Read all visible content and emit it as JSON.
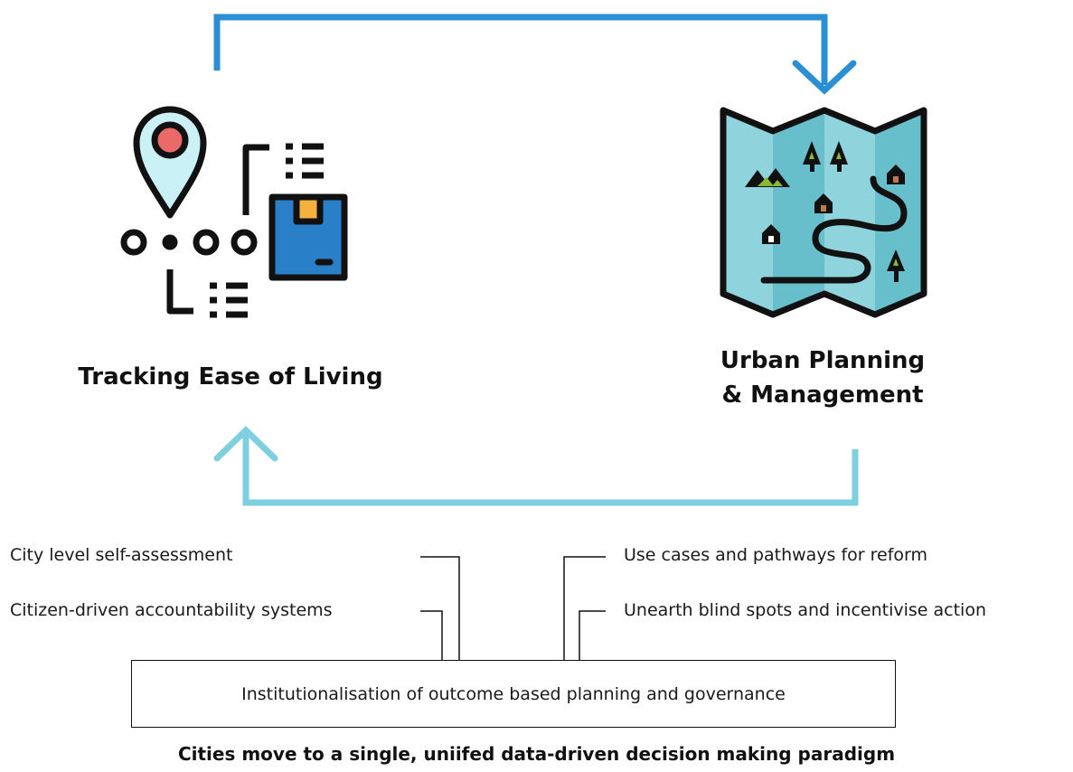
{
  "colors": {
    "top_arrow": "#2a8fd4",
    "bottom_arrow": "#7ecfe0",
    "map_light": "#8fd3dd",
    "map_mid": "#67bfcc",
    "pin_fill": "#c9f1f6",
    "pin_dot": "#ea6a6a",
    "box_blue": "#2a7fc9",
    "box_tape": "#f5b03d"
  },
  "nodes": {
    "left": {
      "title": "Tracking Ease of Living",
      "icon": "location-pin-package-tracking-icon"
    },
    "right": {
      "title_line1": "Urban Planning",
      "title_line2": "& Management",
      "icon": "folded-map-icon"
    }
  },
  "labels": {
    "left": [
      "City level self-assessment",
      "Citizen-driven accountability systems"
    ],
    "right": [
      "Use cases and pathways for reform",
      "Unearth blind spots and incentivise action"
    ]
  },
  "center_box": "Institutionalisation of outcome based planning and governance",
  "footer": "Cities move to a single, uniifed data-driven decision making paradigm"
}
